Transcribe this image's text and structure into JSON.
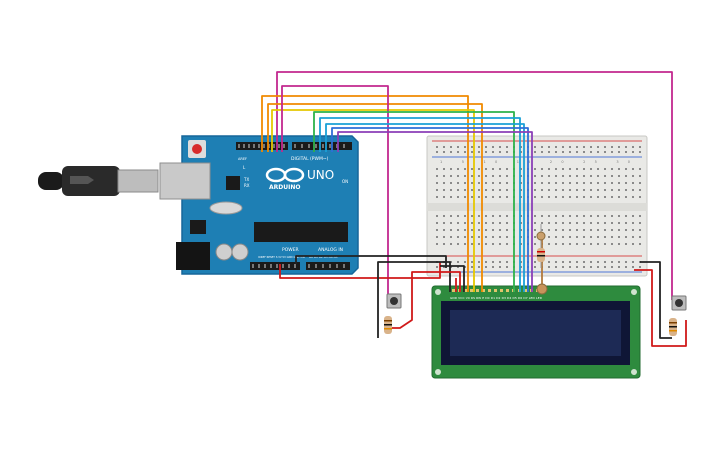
{
  "arduino": {
    "brand": "ARDUINO",
    "model": "UNO",
    "label_aref": "AREF",
    "label_digital": "DIGITAL (PWM~)",
    "label_power": "POWER",
    "label_analog": "ANALOG IN",
    "label_on": "ON",
    "label_tx": "TX",
    "label_rx": "RX",
    "label_l": "L",
    "label_a0_a5": "A0 A1 A2 A3 A4 A5",
    "label_power_pins": "IOREF RESET 3.3V 5V GND GND VIN"
  },
  "breadboard": {
    "col_numbers_top": "1 5 10 15 20 25 30",
    "row_letters_top": "j i h g f",
    "row_letters_bottom": "e d c b a"
  },
  "lcd": {
    "pin_labels": "GND VCC V0 RS RW E D0 D1 D2 D3 D4 D5 D6 D7 LED LED"
  },
  "colors": {
    "arduino_board": "#1e7fb4",
    "breadboard": "#e9e9e6",
    "lcd_pcb": "#2e8b3e",
    "lcd_screen": "#1d2a55",
    "wire_magenta": "#c2288f",
    "wire_orange": "#f08a00",
    "wire_yellow": "#e5c800",
    "wire_green": "#2db34a",
    "wire_cyan": "#1aa0d6",
    "wire_blue": "#2f6fd8",
    "wire_purple": "#8b3fb8",
    "wire_red": "#d01919",
    "wire_black": "#222222"
  }
}
